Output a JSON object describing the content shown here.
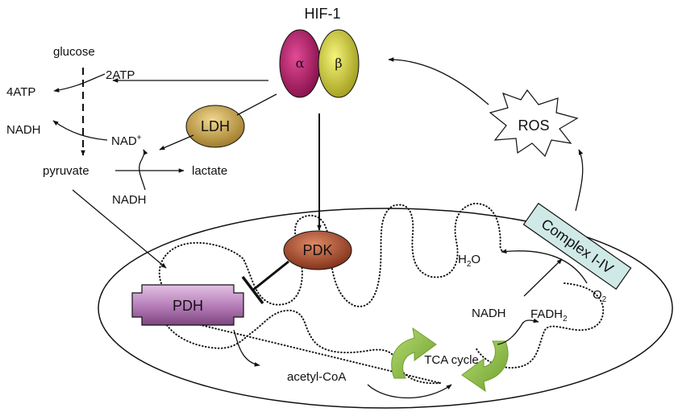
{
  "hif1": {
    "label": "HIF-1",
    "alpha": "α",
    "beta": "β"
  },
  "glycolysis": {
    "glucose": "glucose",
    "atp_in": "2ATP",
    "atp_out": "4ATP",
    "nadh_top": "NADH",
    "nad_plus": "NAD",
    "nad_plus_sup": "+",
    "pyruvate": "pyruvate",
    "lactate": "lactate",
    "nadh_bottom": "NADH",
    "ldh": "LDH"
  },
  "mito": {
    "pdk": "PDK",
    "pdh": "PDH",
    "acetyl_coa": "acetyl-CoA",
    "tca": "TCA cycle",
    "nadh": "NADH",
    "fadh_base": "FADH",
    "fadh_sub": "2",
    "h2o_h": "H",
    "h2o_sub": "2",
    "h2o_o": "O",
    "o2_base": "O",
    "o2_sub": "2",
    "complex": "Complex I-IV",
    "ros": "ROS"
  },
  "colors": {
    "alpha": "#c21a6c",
    "beta": "#e4e23c",
    "ldh": "#d6b154",
    "pdk": "#b9583a",
    "pdh": "#c58ac8",
    "complex": "#cfe9e7",
    "tca": "#8fc34a"
  }
}
